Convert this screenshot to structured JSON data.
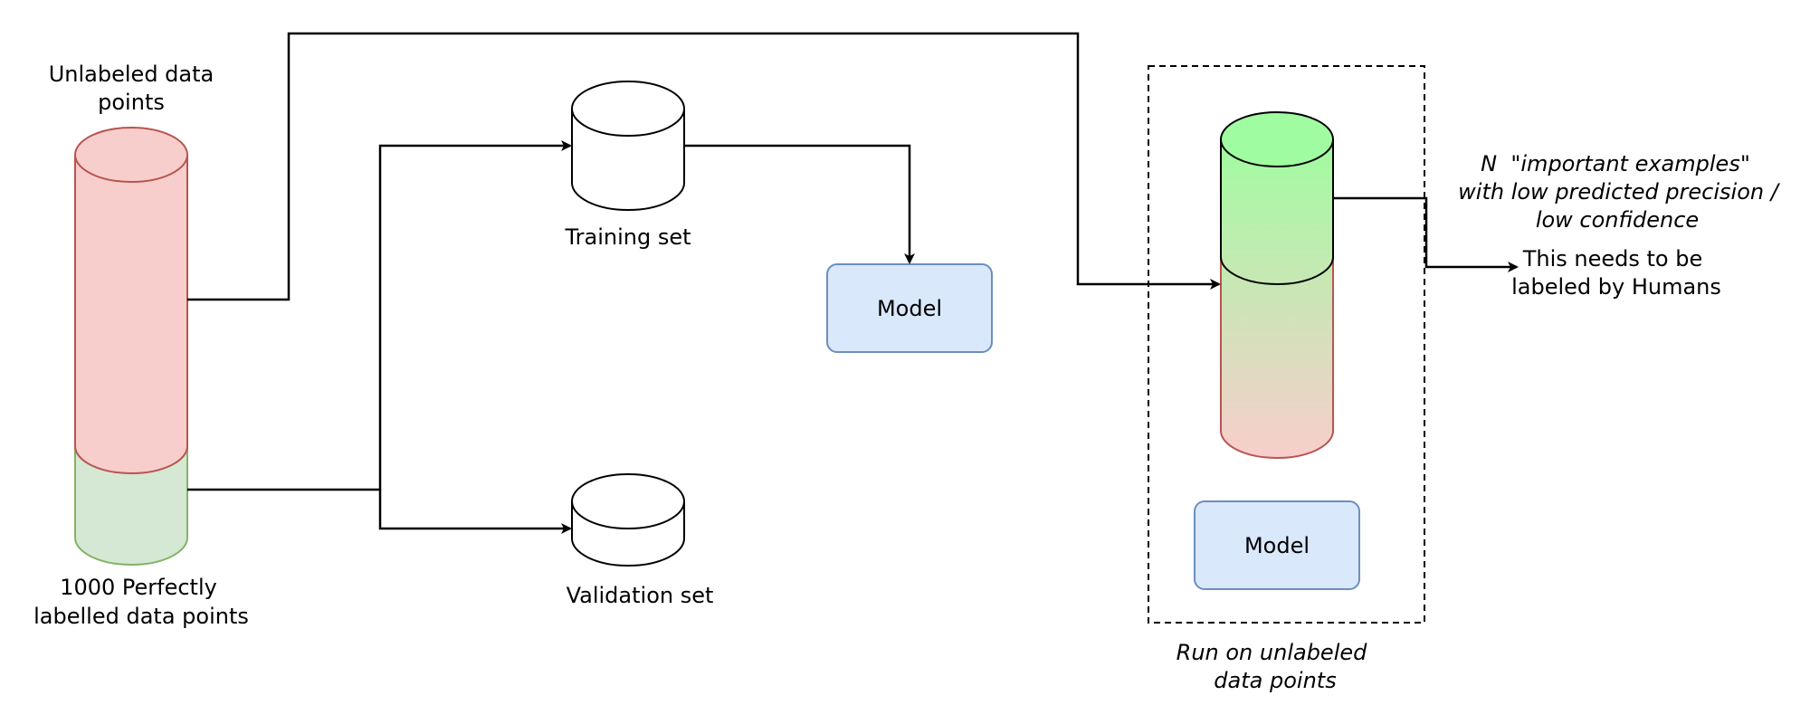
{
  "labels": {
    "unlabeled_line1": "Unlabeled data",
    "unlabeled_line2": "points",
    "perfect_line1": "1000 Perfectly",
    "perfect_line2": "labelled data points",
    "training_set": "Training set",
    "validation_set": "Validation set",
    "model_main": "Model",
    "model_inner": "Model",
    "run_line1": "Run on unlabeled",
    "run_line2": "data points",
    "important_line1": "N  \"important examples\"",
    "important_line2": "with low predicted precision /",
    "important_line3": "low confidence",
    "humans_line1": "This needs to be",
    "humans_line2": "labeled by Humans"
  },
  "colors": {
    "unlabeled_fill": "#f8cecc",
    "unlabeled_stroke": "#b85450",
    "labeled_fill": "#d5e8d4",
    "labeled_stroke": "#82b366",
    "model_fill": "#dae8fc",
    "model_stroke": "#6c8ebf",
    "result_top": "#a0fca0",
    "result_bottom": "#f8cecc"
  }
}
